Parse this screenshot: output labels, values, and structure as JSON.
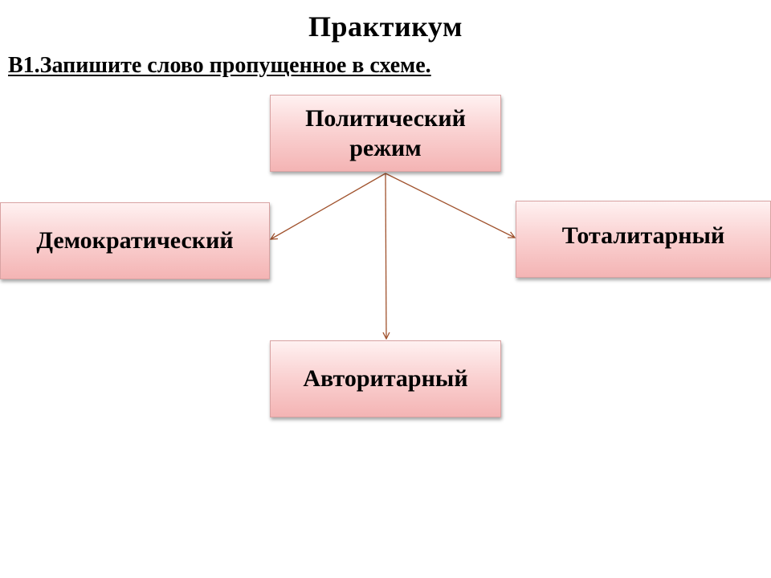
{
  "slide": {
    "title": "Практикум",
    "task": "В1.Запишите слово пропущенное в схеме."
  },
  "diagram": {
    "root": {
      "label": "Политический режим"
    },
    "children": [
      {
        "id": "left",
        "label": "Демократический"
      },
      {
        "id": "right",
        "label": "Тоталитарный"
      },
      {
        "id": "bottom",
        "label": "Авторитарный"
      }
    ],
    "colors": {
      "node_fill_top": "#fff1f1",
      "node_fill_bottom": "#f4b4b4",
      "connector": "#a0522d"
    }
  }
}
